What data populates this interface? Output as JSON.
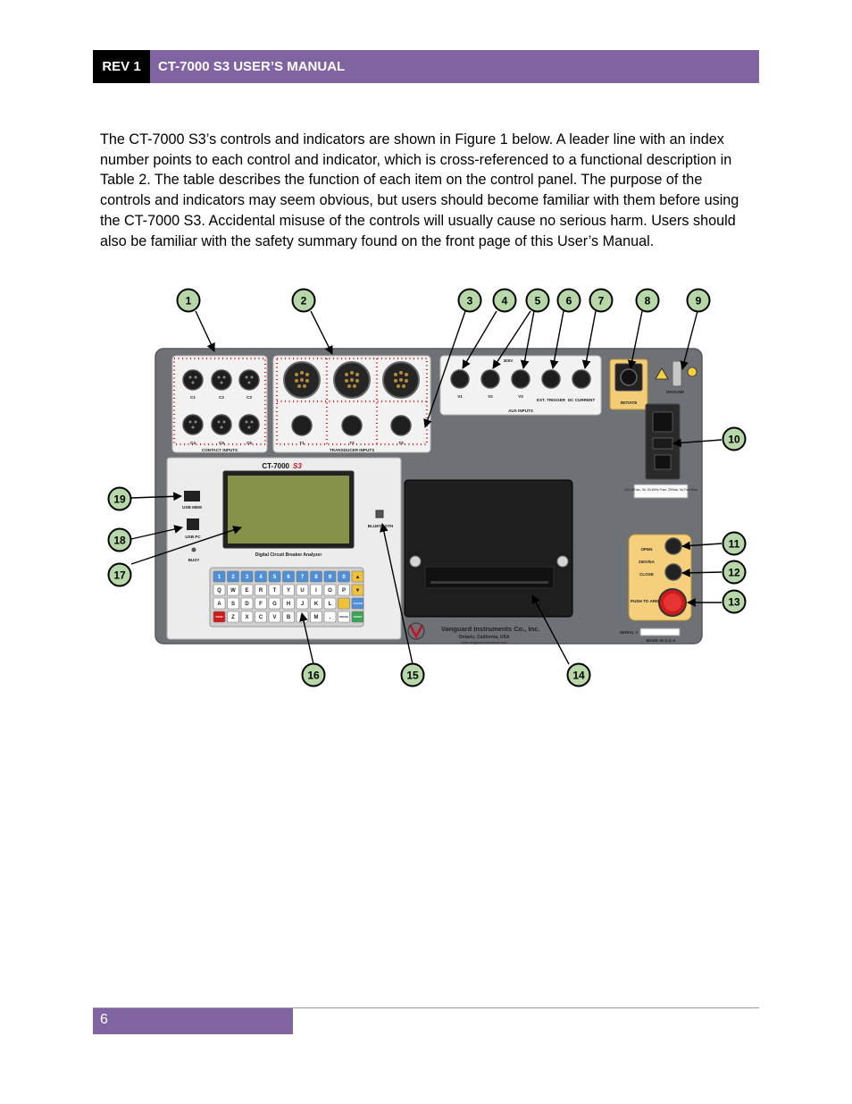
{
  "header": {
    "rev": "REV 1",
    "title": "CT-7000 S3 USER’S MANUAL"
  },
  "intro": "The CT-7000 S3’s controls and indicators are shown in Figure 1 below. A leader line with an index number points to each control and indicator, which is cross-referenced to a functional description in Table 2. The table describes the function of each item on the control panel. The purpose of the controls and indicators may seem obvious, but users should become familiar with them before using the CT-7000 S3. Accidental misuse of the controls will usually cause no serious harm. Users should also be familiar with the safety summary found on the front page of this User’s Manual.",
  "figure": {
    "callouts": [
      "1",
      "2",
      "3",
      "4",
      "5",
      "6",
      "7",
      "8",
      "9",
      "10",
      "11",
      "12",
      "13",
      "14",
      "15",
      "16",
      "17",
      "18",
      "19"
    ],
    "panel": {
      "contact_labels": [
        "C1",
        "C2",
        "C3",
        "C4",
        "C5",
        "C6"
      ],
      "contact_inputs": "CONTACT INPUTS",
      "transducer_labels": [
        "T1",
        "T2",
        "T3"
      ],
      "transducer_inputs": "TRANSDUCER INPUTS",
      "aux_labels": [
        "V1",
        "V2",
        "V3",
        "EXT. TRIGGER",
        "DC CURRENT"
      ],
      "aux_voltage": "300V",
      "aux_inputs": "AUX INPUTS",
      "initiate": "INITIATE",
      "ground": "GROUND",
      "fuse_label": "100-240Vac, 3A, 50-60Hz Fuse: 250Vac, 5A Fast-Blow",
      "model": "CT-7000",
      "model_suffix": "S3",
      "usb_mem": "USB MEM",
      "usb_pc": "USB PC",
      "busy": "BUSY",
      "bluetooth": "BLUETOOTH",
      "lcd_caption": "Digital Circuit Breaker Analyzer",
      "open": "OPEN",
      "fuse_rating": "250V/5A",
      "close": "CLOSE",
      "push_to_arm": "PUSH TO ARM",
      "company": "Vanguard Instruments Co., Inc.",
      "location": "Ontario, California, USA",
      "website": "www.vanguard-instruments.com",
      "serial": "SERIAL #",
      "made_in": "MADE IN U.S.A",
      "keyboard_rows": [
        [
          "1",
          "2",
          "3",
          "4",
          "5",
          "6",
          "7",
          "8",
          "9",
          "0",
          "▲"
        ],
        [
          "Q",
          "W",
          "E",
          "R",
          "T",
          "Y",
          "U",
          "I",
          "O",
          "P",
          "▼"
        ],
        [
          "A",
          "S",
          "D",
          "F",
          "G",
          "H",
          "J",
          "K",
          "L",
          "",
          "CLEAR"
        ],
        [
          "STOP",
          "Z",
          "X",
          "C",
          "V",
          "B",
          "N",
          "M",
          ".",
          "SPACE",
          "START"
        ]
      ]
    }
  }
}
